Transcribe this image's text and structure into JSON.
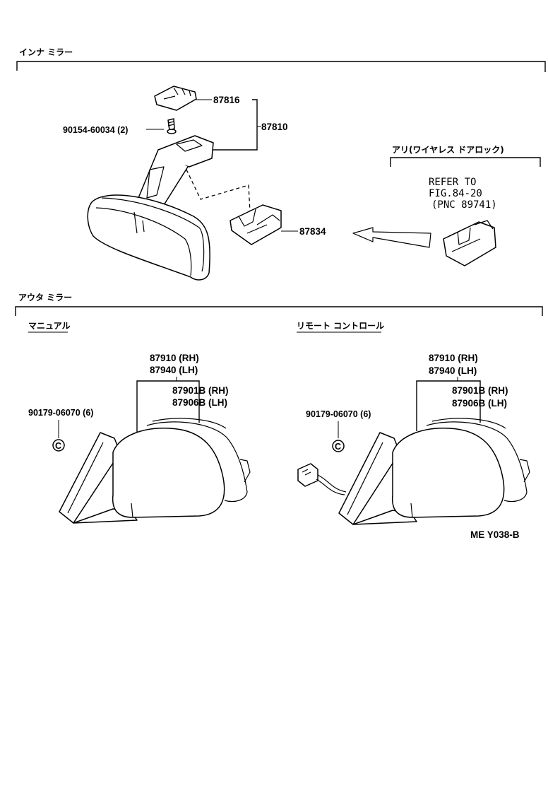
{
  "sections": {
    "inner_mirror": "インナ ミラー",
    "outer_mirror": "アウタ ミラー",
    "wireless_door_lock": "アリ(ワイヤレス ドアロック)",
    "manual": "マニュアル",
    "remote_control": "リモート コントロール"
  },
  "inner": {
    "p87816": "87816",
    "p87810": "87810",
    "screw": "90154-60034 (2)",
    "p87834": "87834",
    "refer_line1": "REFER TO",
    "refer_line2": "FIG.84-20",
    "refer_line3": "(PNC 89741)"
  },
  "manual": {
    "rh_assy": "87910 (RH)",
    "lh_assy": "87940 (LH)",
    "rh_mirror": "87901B (RH)",
    "lh_mirror": "87906B (LH)",
    "nut": "90179-06070 (6)"
  },
  "remote": {
    "rh_assy": "87910 (RH)",
    "lh_assy": "87940 (LH)",
    "rh_mirror": "87901B (RH)",
    "lh_mirror": "87906B (LH)",
    "nut": "90179-06070 (6)"
  },
  "nut_symbol": "C",
  "figure_code": "ME Y038-B"
}
